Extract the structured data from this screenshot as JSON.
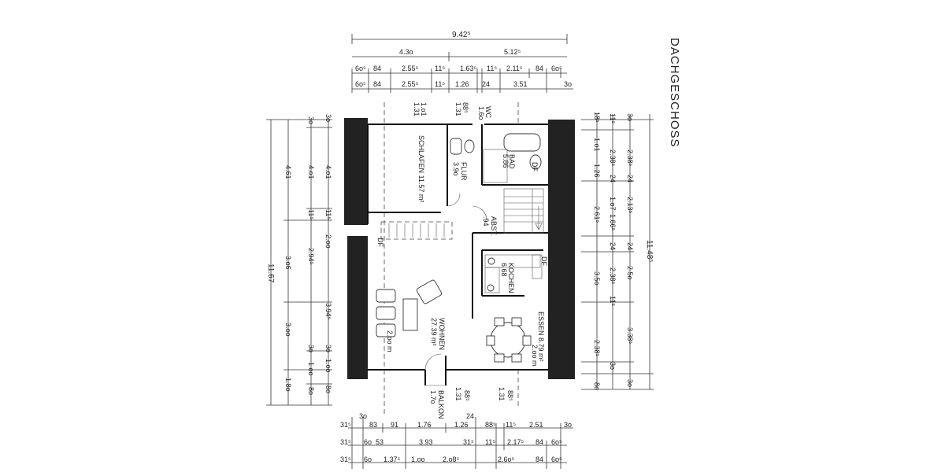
{
  "title": "DACHGESCHOSS",
  "top_dims": {
    "overall": "9.42⁵",
    "row1": [
      "4.3o",
      "5.12⁵"
    ],
    "row2": [
      "6o⁵",
      "84",
      "2.55⁵",
      "11⁵",
      "1.63⁵",
      "11⁵",
      "2.11⁵",
      "84",
      "6o⁵"
    ],
    "row3": [
      "6o⁵",
      "84",
      "2.55⁵",
      "11⁵",
      "1.26",
      "24",
      "3.51",
      "3o"
    ]
  },
  "bottom_dims": {
    "row1": [
      "31⁵",
      "83",
      "91",
      "1.76",
      "1.26",
      "88⁵",
      "11⁵",
      "2.51",
      "3o"
    ],
    "row2": [
      "31⁵",
      "6o",
      "53",
      "3.93",
      "31⁵",
      "11⁵",
      "2.17⁵",
      "84",
      "6o⁵"
    ],
    "row3": [
      "31⁵",
      "6o",
      "1.37⁵",
      "1.oo",
      "2.o8⁵",
      "2.6o⁵",
      "84",
      "6o⁵"
    ],
    "extra": [
      "3o",
      "24"
    ]
  },
  "left_dims": {
    "col1": [
      "11.67"
    ],
    "col2": [
      "4.61",
      "3.o6",
      "3.oo",
      "1.8o"
    ],
    "col3": [
      "3o",
      "4.o1",
      "11⁵",
      "2.94⁵",
      "3o",
      "1.oo",
      "8o"
    ],
    "col4": [
      "3o",
      "4.o1",
      "11⁵",
      "2.oo",
      "3.94⁵",
      "3o",
      "1.oo",
      "8o"
    ]
  },
  "right_dims": {
    "col1": [
      "18⁵",
      "1.o1",
      "1.26",
      "2.61⁵",
      "3.5o",
      "2.38⁵",
      "8o"
    ],
    "col2": [
      "11⁵",
      "2.38⁵",
      "24",
      "1.o7",
      "1.66⁵",
      "24",
      "2.38⁵",
      "11⁵",
      "3o"
    ],
    "col3": [
      "3o",
      "2.38⁵",
      "24",
      "2.13⁵",
      "24",
      "2.5o",
      "3.38⁵",
      "3o"
    ],
    "col4": [
      "11.48⁵"
    ]
  },
  "rooms": {
    "schlafen": "SCHLAFEN 11.57 m²",
    "flur": "FLUR",
    "flur_area": "3.9o",
    "bad": "BAD",
    "bad_area": "5.86",
    "wc": "WC",
    "wc_area": "1.6o",
    "abst": "ABST.",
    "abst_area": ".94",
    "kochen": "KOCHEN",
    "kochen_area": "6.68",
    "essen": "ESSEN 8.79 m²",
    "wohnen": "WOHNEN",
    "wohnen_area": "27.39 m²",
    "balkon": "BALKON",
    "balkon_area": "1.7o"
  },
  "misc": {
    "df1": "DF",
    "df2": "DF",
    "df3": "DF",
    "h1": "2.oo m",
    "h2": "2.oo m",
    "d1": "1.o1",
    "d2": "1.31",
    "d3": "88⁵",
    "d4": "1.31",
    "d5": "1.31",
    "d6": "88⁵",
    "d7": "1.31",
    "d8": "88⁵"
  }
}
